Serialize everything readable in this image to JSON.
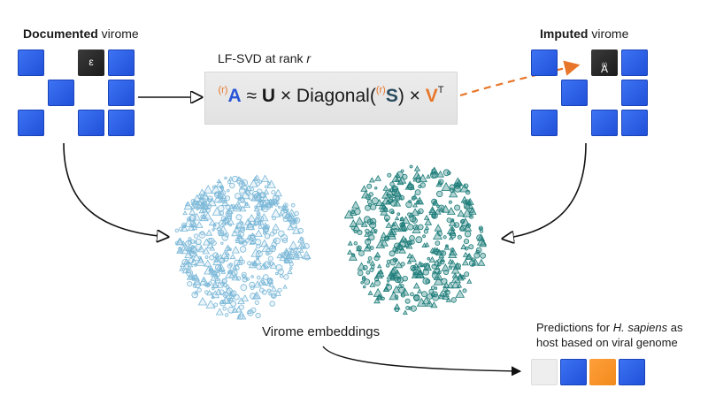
{
  "documented": {
    "title_bold": "Documented",
    "title_rest": " virome",
    "epsilon": "ε"
  },
  "imputed": {
    "title_bold": "Imputed",
    "title_rest": " virome",
    "cell_label": "A",
    "cell_super": "(r)"
  },
  "svd": {
    "label_prefix": "LF-SVD at rank ",
    "label_rank": "r",
    "eq_r1": "(r)",
    "eq_A": "A",
    "eq_approx": " ≈ ",
    "eq_U": "U",
    "eq_times1": " × Diagonal",
    "eq_open": "(",
    "eq_r2": "(r)",
    "eq_S": "S",
    "eq_close": ")",
    "eq_times2": " × ",
    "eq_V": "V",
    "eq_T": "T"
  },
  "embeddings": {
    "label": "Virome embeddings"
  },
  "prediction": {
    "line1_prefix": "Predictions for ",
    "line1_species": "H. sapiens",
    "line1_suffix": " as",
    "line2": "host based on viral genome"
  },
  "colors": {
    "blue": "#2a55d8",
    "dark_cell": "#222222",
    "orange": "#f18a1c",
    "light_cluster": "#7ab8d8",
    "dark_cluster": "#1e7d7a",
    "box": "#e6e6e6"
  }
}
